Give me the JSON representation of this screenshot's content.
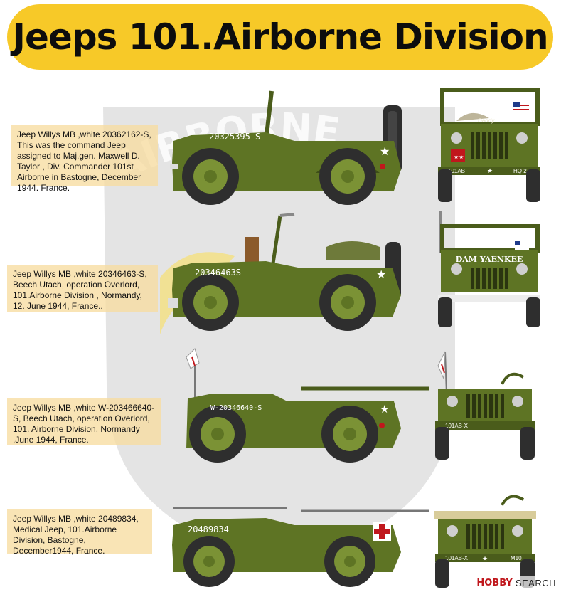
{
  "title": "Jeeps 101.Airborne Division",
  "colors": {
    "banner": "#f7c928",
    "olive_body": "#5e7424",
    "olive_dark": "#3e4f17",
    "olive_light": "#7b9235",
    "tire": "#2e2e2e",
    "caption_bg": "#f7dca0",
    "emblem_grey": "#d2d2d2"
  },
  "emblem": {
    "arc_text": "AIRBORNE"
  },
  "jeeps": [
    {
      "caption": "Jeep Willys MB ,white 20362162-S, This was the command Jeep assigned to Maj.gen. Maxwell D. Taylor , Div. Commander 101st Airborne in Bastogne, December 1944. France.",
      "hood_number": "20325395-S",
      "front_left_code": "101AB",
      "front_right_code": "HQ 2",
      "front_name": "Daddy"
    },
    {
      "caption": "Jeep Willys MB ,white 20346463-S, Beech Utach, operation Overlord, 101.Airborne Division , Normandy, 12. June 1944, France..",
      "hood_number": "20346463S",
      "front_name": "DAM YAENKEE"
    },
    {
      "caption": "Jeep Willys MB ,white W-203466640-S, Beech Utach, operation Overlord, 101. Airborne Division, Normandy ,June 1944, France.",
      "hood_number": "W-20346640-S",
      "front_left_code": "101AB-X"
    },
    {
      "caption": "Jeep Willys MB ,white 20489834, Medical Jeep, 101.Airborne Division, Bastogne, December1944, France.",
      "hood_number": "20489834",
      "front_left_code": "101AB-X",
      "front_right_code": "M10"
    }
  ],
  "watermark": {
    "logo": "HOBBY",
    "text": "SEARCH"
  }
}
